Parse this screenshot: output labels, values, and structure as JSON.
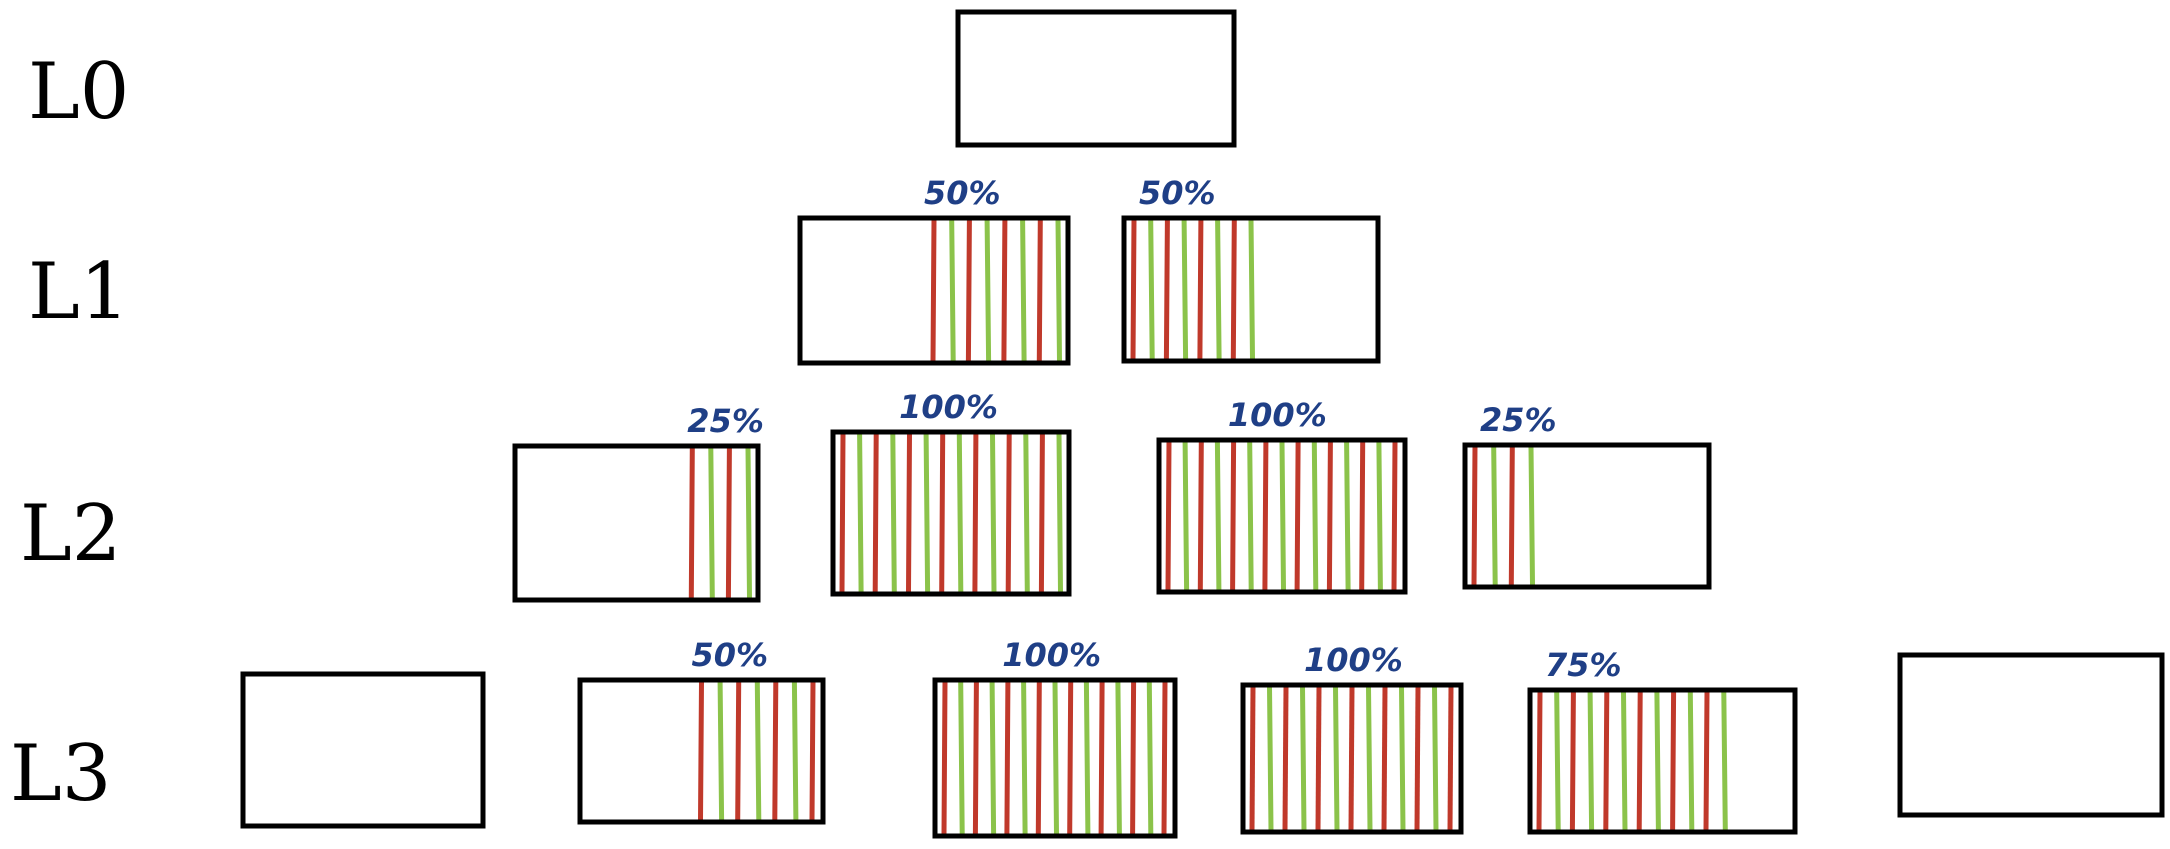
{
  "colors": {
    "outline": "#000000",
    "red_line": "#c0392b",
    "green_line": "#8bc34a",
    "percent_text": "#1f3f86"
  },
  "levels": [
    {
      "label": "L0",
      "boxes": [
        {
          "percent": "",
          "fill": 0,
          "side": "left"
        }
      ]
    },
    {
      "label": "L1",
      "boxes": [
        {
          "percent": "50%",
          "fill": 0.5,
          "side": "right"
        },
        {
          "percent": "50%",
          "fill": 0.5,
          "side": "left"
        }
      ]
    },
    {
      "label": "L2",
      "boxes": [
        {
          "percent": "25%",
          "fill": 0.25,
          "side": "right"
        },
        {
          "percent": "100%",
          "fill": 1.0,
          "side": "left"
        },
        {
          "percent": "100%",
          "fill": 1.0,
          "side": "left"
        },
        {
          "percent": "25%",
          "fill": 0.25,
          "side": "left"
        }
      ]
    },
    {
      "label": "L3",
      "boxes": [
        {
          "percent": "",
          "fill": 0,
          "side": "left"
        },
        {
          "percent": "50%",
          "fill": 0.5,
          "side": "right"
        },
        {
          "percent": "100%",
          "fill": 1.0,
          "side": "left"
        },
        {
          "percent": "100%",
          "fill": 1.0,
          "side": "left"
        },
        {
          "percent": "75%",
          "fill": 0.75,
          "side": "left"
        },
        {
          "percent": "",
          "fill": 0,
          "side": "left"
        }
      ]
    }
  ]
}
